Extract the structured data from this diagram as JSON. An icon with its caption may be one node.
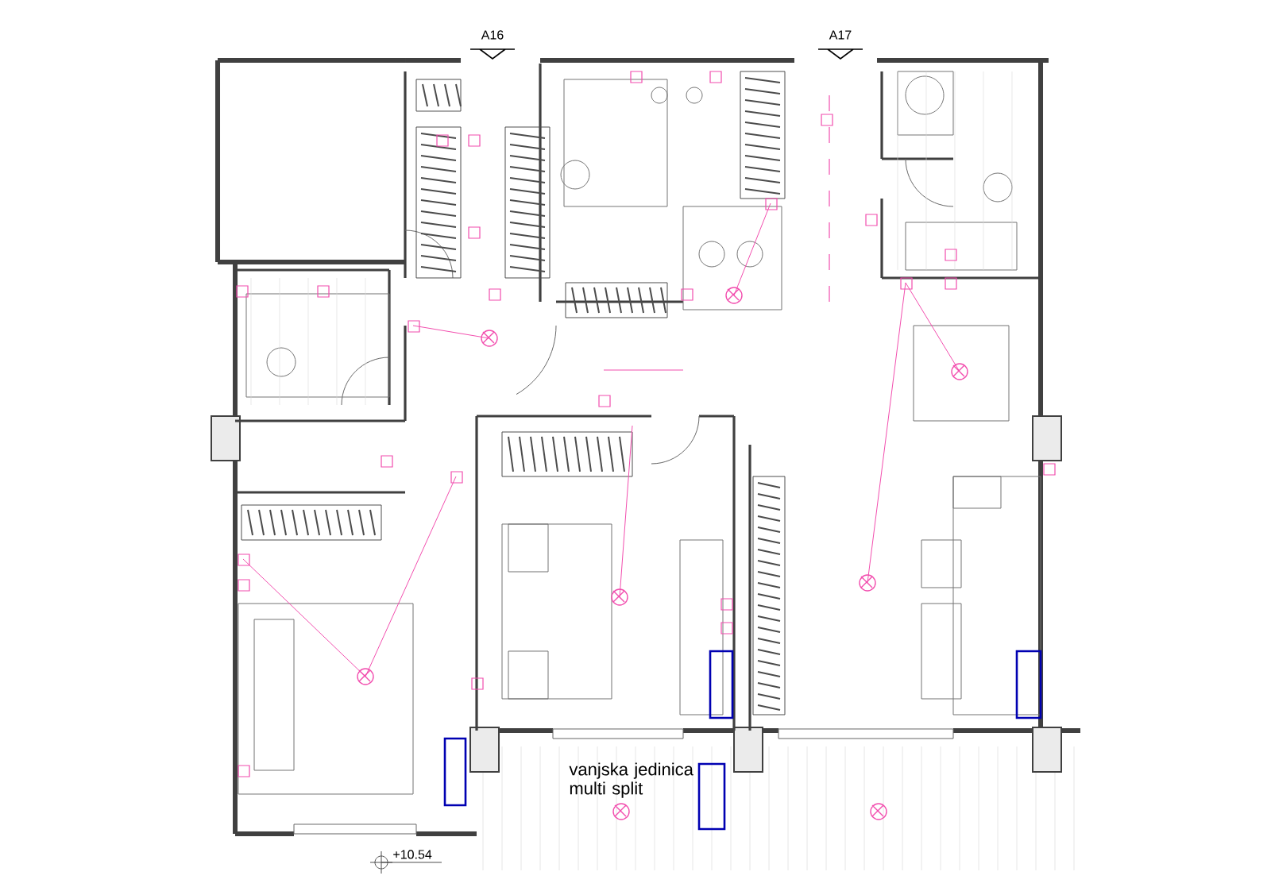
{
  "diagram": {
    "labels": [
      "A16",
      "A17",
      "vanjska jedinica multi split",
      "+10.54"
    ]
  }
}
